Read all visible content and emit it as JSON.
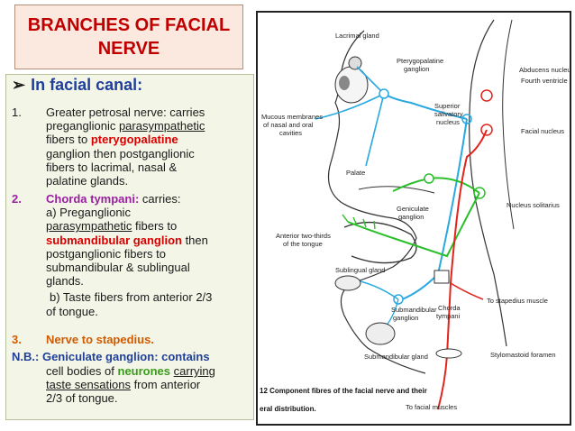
{
  "slide": {
    "title_line1": "BRANCHES OF FACIAL",
    "title_line2": "NERVE"
  },
  "text_panel": {
    "heading_arrow": "➢",
    "heading": "In facial canal:",
    "item1": {
      "num": "1.",
      "l1": "Greater petrosal nerve: carries",
      "l2a": "preganglionic ",
      "l2b": "parasympathetic",
      "l3a": "fibers to ",
      "l3b": "pterygopalatine",
      "l4": "ganglion then postganglionic",
      "l5": "fibers to lacrimal, nasal &",
      "l6": "palatine glands."
    },
    "item2": {
      "num": "2.",
      "l1a": "Chorda tympani:",
      "l1b": " carries:",
      "l2": "a) Preganglionic",
      "l3": "parasympathetic",
      "l3b": " fibers to",
      "l4a": "submandibular ganglion",
      "l4b": " then",
      "l5": "postganglionic fibers to",
      "l6": "submandibular & sublingual",
      "l7": "glands.",
      "l8": "b) Taste fibers from anterior 2/3",
      "l9": "of tongue."
    },
    "item3": {
      "num": "3.",
      "label": "Nerve to stapedius."
    },
    "nb": {
      "prefix": "N.B.:",
      "l1a": " Geniculate ganglion: contains",
      "l2a": "cell bodies of ",
      "l2b": "neurones",
      "l2c": " ",
      "l2d": "carrying",
      "l3a": "taste sensations",
      "l3b": " from anterior",
      "l4": "2/3 of tongue."
    }
  },
  "diagram": {
    "labels": {
      "lacrimal_gland": "Lacrimal gland",
      "pterygopalatine_1": "Pterygopalatine",
      "pterygopalatine_2": "ganglion",
      "mucous_1": "Mucous membranes",
      "mucous_2": "of nasal and oral",
      "mucous_3": "cavities",
      "superior_1": "Superior",
      "superior_2": "salivatory",
      "superior_3": "nucleus",
      "abducens": "Abducens nucleus",
      "fourth": "Fourth ventricle",
      "facial_nucleus": "Facial nucleus",
      "palate": "Palate",
      "geniculate_1": "Geniculate",
      "geniculate_2": "ganglion",
      "nucleus_solitarius": "Nucleus solitarius",
      "anterior_1": "Anterior two-thirds",
      "anterior_2": "of the tongue",
      "sublingual": "Sublingual gland",
      "submandibular_g_1": "Submandibular",
      "submandibular_g_2": "ganglion",
      "chorda_1": "Chorda",
      "chorda_2": "tympani",
      "stapedius": "To stapedius muscle",
      "submandibular_gland": "Submandibular gland",
      "stylomastoid": "Stylomastoid foramen",
      "facial_muscles": "To facial muscles",
      "caption_1": "12  Component fibres of the facial nerve and their",
      "caption_2": "eral distribution."
    },
    "colors": {
      "blue": "#29a9e0",
      "green": "#2bbf2b",
      "red": "#e0251c",
      "outline": "#333333"
    }
  }
}
